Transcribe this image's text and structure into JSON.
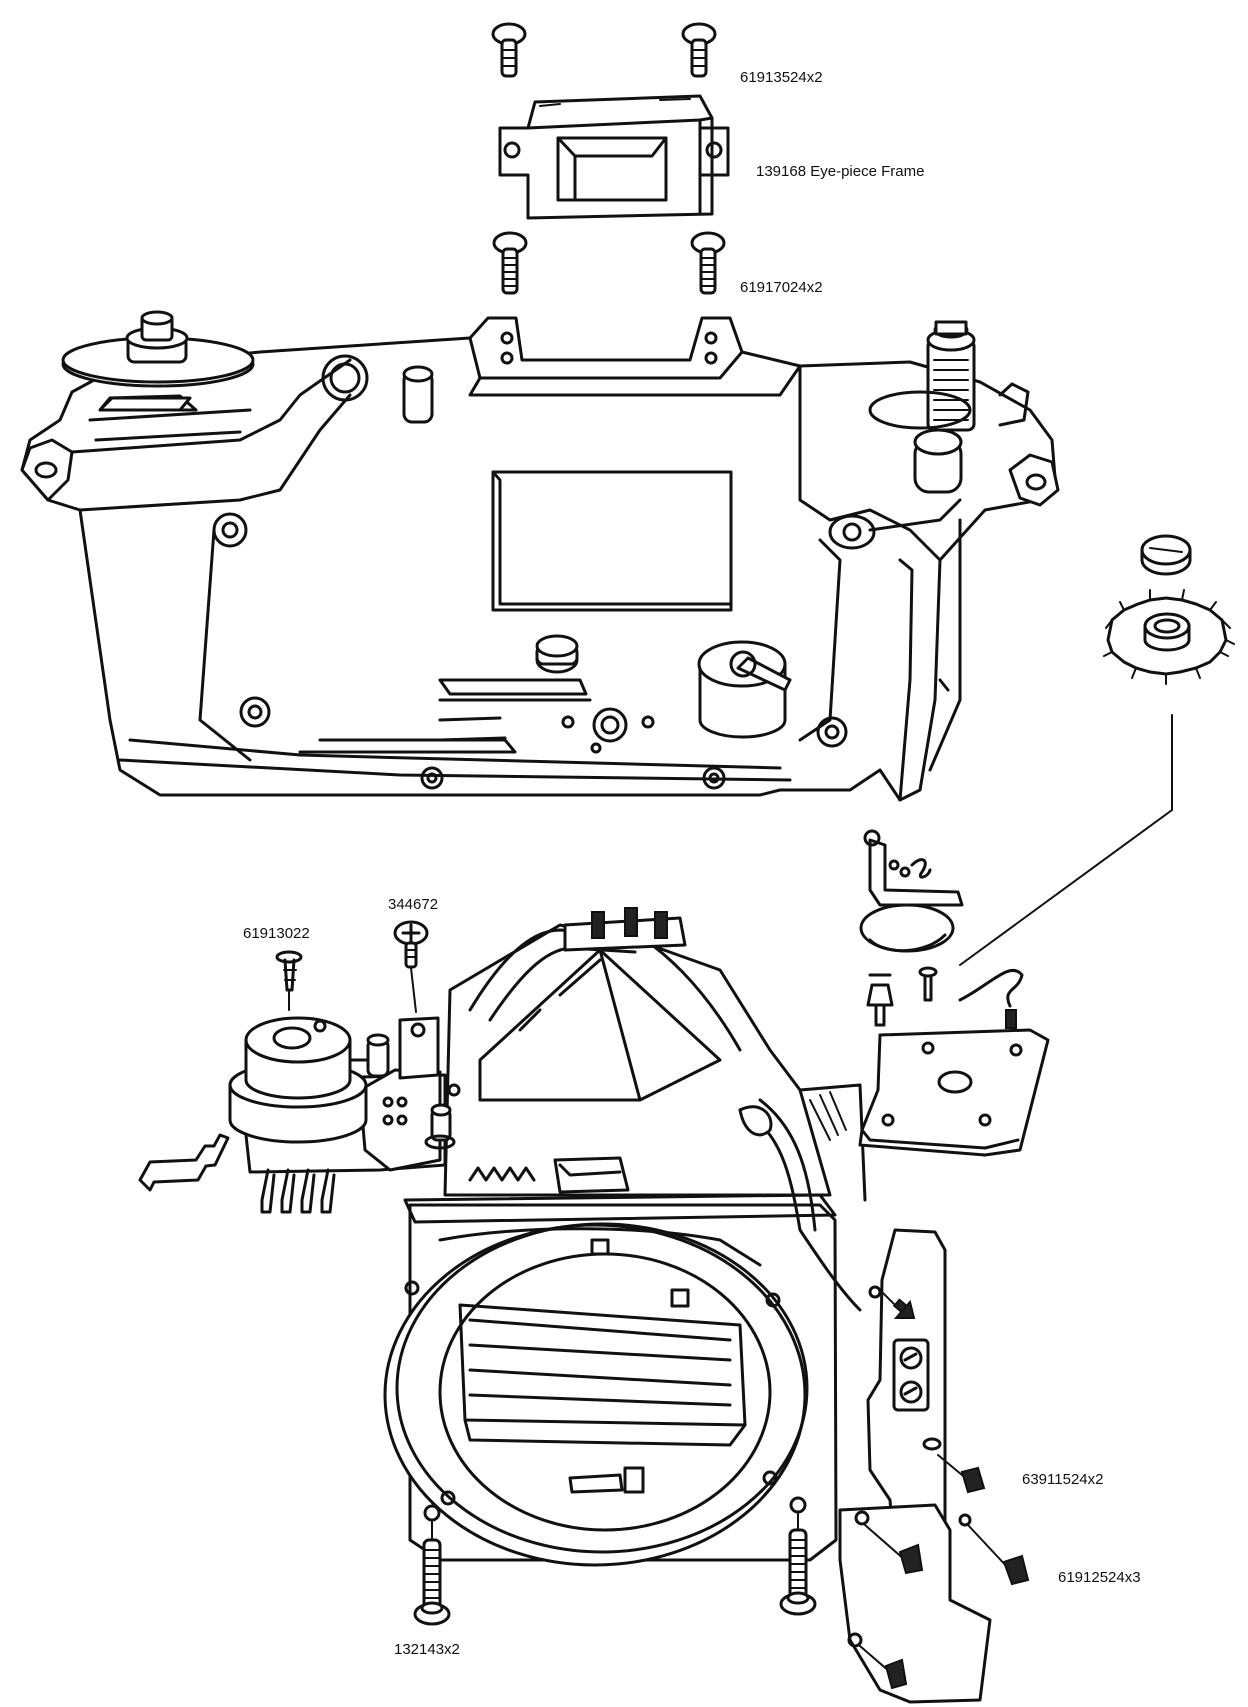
{
  "labels": {
    "screw_top": "61913524x2",
    "eyepiece_frame": "139168 Eye-piece Frame",
    "screw_upper": "61917024x2",
    "screw_344672": "344672",
    "screw_61913022": "61913022",
    "screw_63911524": "63911524x2",
    "screw_61912524": "61912524x3",
    "screw_132143": "132143x2"
  }
}
